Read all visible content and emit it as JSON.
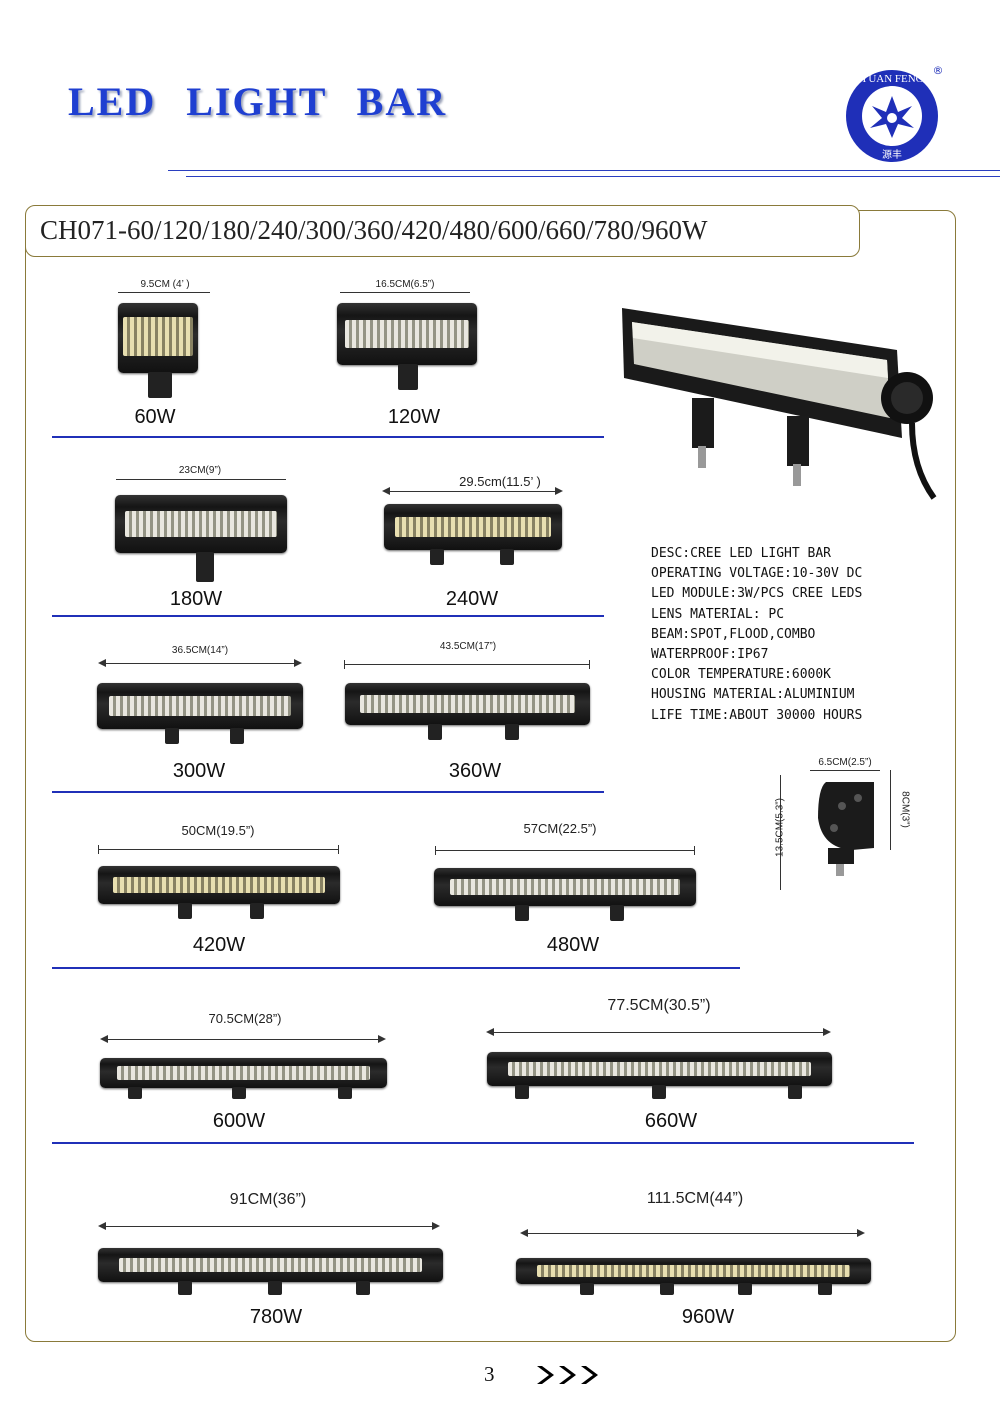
{
  "header": {
    "title": "LED LIGHT BAR",
    "logo": {
      "text_top": "YUAN FENG",
      "text_bottom": "源丰",
      "registered": "®",
      "color": "#1f2fb8"
    }
  },
  "model_line": "CH071-60/120/180/240/300/360/420/480/600/660/780/960W",
  "products": [
    {
      "watt": "60W",
      "dimension": "9.5CM (4’ )"
    },
    {
      "watt": "120W",
      "dimension": "16.5CM(6.5”)"
    },
    {
      "watt": "180W",
      "dimension": "23CM(9”)"
    },
    {
      "watt": "240W",
      "dimension": "29.5cm(11.5’ )"
    },
    {
      "watt": "300W",
      "dimension": "36.5CM(14”)"
    },
    {
      "watt": "360W",
      "dimension": "43.5CM(17”)"
    },
    {
      "watt": "420W",
      "dimension": "50CM(19.5”)"
    },
    {
      "watt": "480W",
      "dimension": "57CM(22.5”)"
    },
    {
      "watt": "600W",
      "dimension": "70.5CM(28”)"
    },
    {
      "watt": "660W",
      "dimension": "77.5CM(30.5”)"
    },
    {
      "watt": "780W",
      "dimension": "91CM(36”)"
    },
    {
      "watt": "960W",
      "dimension": "111.5CM(44”)"
    }
  ],
  "side_view": {
    "width": "6.5CM(2.5”)",
    "height": "13.5CM(5.3”)",
    "depth": "8CM(3”)"
  },
  "specs": [
    "DESC:CREE LED LIGHT BAR",
    "OPERATING VOLTAGE:10-30V DC",
    "LED MODULE:3W/PCS CREE LEDS",
    "LENS MATERIAL: PC",
    "BEAM:SPOT,FLOOD,COMBO",
    "WATERPROOF:IP67",
    "COLOR TEMPERATURE:6000K",
    "HOUSING MATERIAL:ALUMINIUM",
    "LIFE TIME:ABOUT 30000 HOURS"
  ],
  "footer": {
    "page_number": "3"
  },
  "colors": {
    "accent": "#1f3fd1",
    "separator": "#2030b8",
    "frame": "#8a7a3a"
  }
}
